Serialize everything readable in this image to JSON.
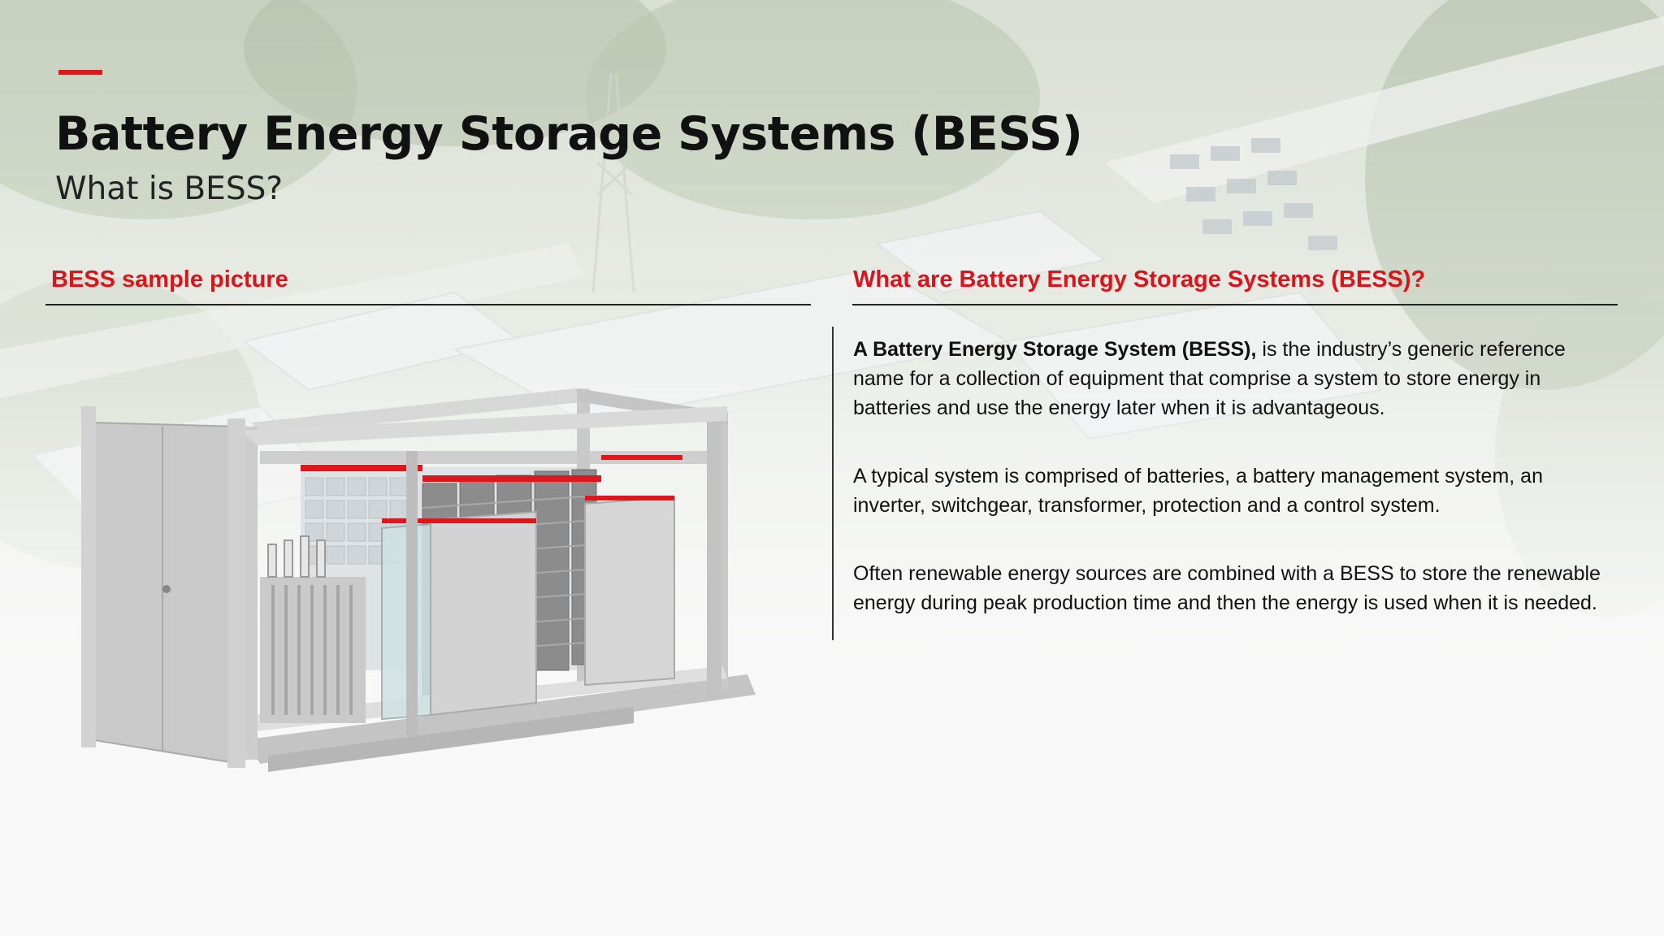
{
  "slide": {
    "title": "Battery Energy Storage Systems (BESS)",
    "subtitle": "What is BESS?",
    "accent_color": "#e4141b"
  },
  "left_panel": {
    "heading": "BESS sample picture"
  },
  "right_panel": {
    "heading": "What are Battery Energy Storage Systems (BESS)?",
    "paragraph1_bold": "A Battery Energy Storage System (BESS),",
    "paragraph1_rest": " is the industry’s generic reference name for a collection of equipment that comprise a system to store energy in batteries and use the energy later when it is advantageous.",
    "paragraph2": "A typical system is comprised of batteries, a battery management system, an inverter,  switchgear, transformer, protection and a control system.",
    "paragraph3": "Often renewable energy sources are combined with a BESS to store the renewable energy during peak production time and then the energy is used when it is needed."
  }
}
